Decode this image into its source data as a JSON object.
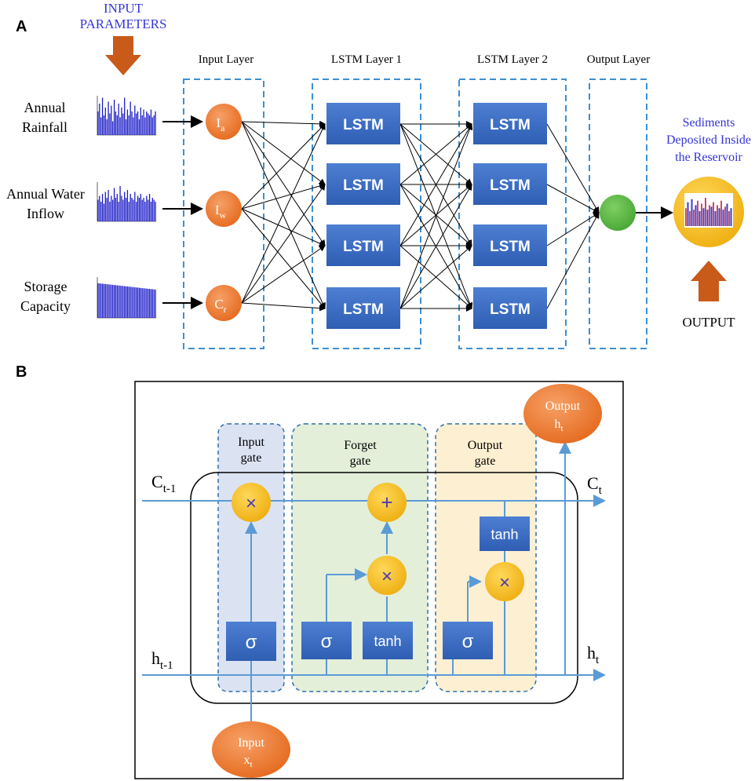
{
  "panel_a": {
    "label": "A",
    "input_parameters": [
      "INPUT",
      "PARAMETERS"
    ],
    "layers": {
      "input": "Input Layer",
      "lstm1": "LSTM Layer 1",
      "lstm2": "LSTM Layer 2",
      "output": "Output Layer"
    },
    "inputs": [
      {
        "line1": "Annual",
        "line2": "Rainfall",
        "node_main": "I",
        "node_sub": "a"
      },
      {
        "line1": "Annual Water",
        "line2": "Inflow",
        "node_main": "I",
        "node_sub": "w"
      },
      {
        "line1": "Storage",
        "line2": "Capacity",
        "node_main": "C",
        "node_sub": "r"
      }
    ],
    "lstm_label": "LSTM",
    "result": [
      "Sediments",
      "Deposited Inside",
      "the Reservoir"
    ],
    "output_label": "OUTPUT",
    "colors": {
      "accent_text": "#3535d8",
      "arrow": "#c85a1a",
      "node_orange": "#ee7a2c",
      "output_node": "#5cb846",
      "lstm_box": "#3f6fc6",
      "dashed": "#3d8fd0",
      "result_circle": "#f3c21d"
    }
  },
  "panel_b": {
    "label": "B",
    "gates": {
      "input": [
        "Input",
        "gate"
      ],
      "forget": [
        "Forget",
        "gate"
      ],
      "output": [
        "Output",
        "gate"
      ]
    },
    "c_prev": {
      "main": "C",
      "sub": "t-1"
    },
    "c_next": {
      "main": "C",
      "sub": "t"
    },
    "h_prev": {
      "main": "h",
      "sub": "t-1"
    },
    "h_next": {
      "main": "h",
      "sub": "t"
    },
    "output_node": {
      "line1": "Output",
      "main": "h",
      "sub": "t"
    },
    "input_node": {
      "line1": "Input",
      "main": "x",
      "sub": "t"
    },
    "sigma": "σ",
    "tanh": "tanh",
    "multiply": "×",
    "add": "+",
    "colors": {
      "flow_line": "#5b9bd5",
      "gate_circle": "#f3bd1a",
      "op_box": "#3f6fc6",
      "input_gate_bg": "#dbe3f3",
      "forget_gate_bg": "#e3efd9",
      "output_gate_bg": "#fdf0d2",
      "node_orange": "#ee7a2c"
    }
  }
}
